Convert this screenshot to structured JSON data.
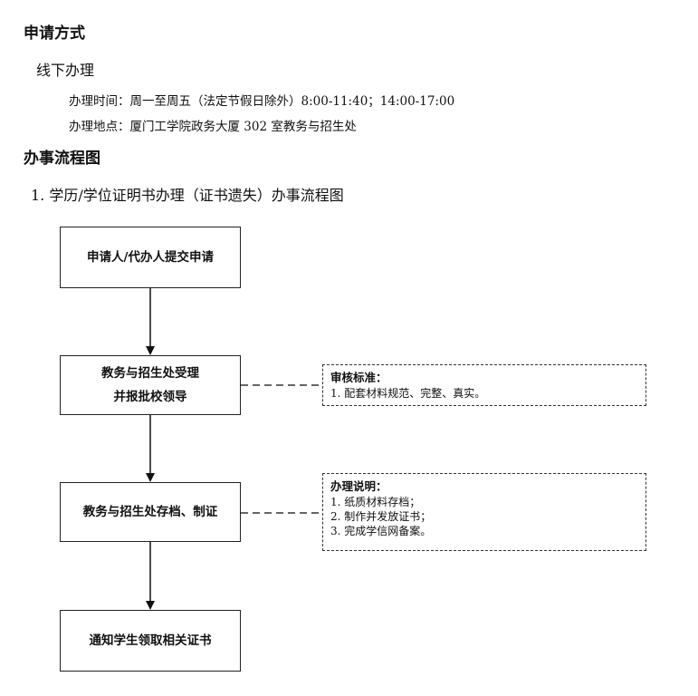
{
  "section1": {
    "heading": "申请方式",
    "method": "线下办理",
    "time": "办理时间：周一至周五（法定节假日除外）8:00-11:40；14:00-17:00",
    "location": "办理地点：厦门工学院政务大厦 302 室教务与招生处"
  },
  "section2": {
    "heading": "办事流程图",
    "subtitle": "1. 学历/学位证明书办理（证书遗失）办事流程图"
  },
  "flow": {
    "steps": [
      {
        "lines": [
          "申请人/代办人提交申请"
        ]
      },
      {
        "lines": [
          "教务与招生处受理",
          "并报批校领导"
        ]
      },
      {
        "lines": [
          "教务与招生处存档、制证"
        ]
      },
      {
        "lines": [
          "通知学生领取相关证书"
        ]
      }
    ],
    "notes": [
      {
        "title": "审核标准：",
        "items": [
          "1. 配套材料规范、完整、真实。"
        ]
      },
      {
        "title": "办理说明：",
        "items": [
          "1. 纸质材料存档；",
          "2. 制作并发放证书；",
          "3. 完成学信网备案。"
        ]
      }
    ]
  }
}
